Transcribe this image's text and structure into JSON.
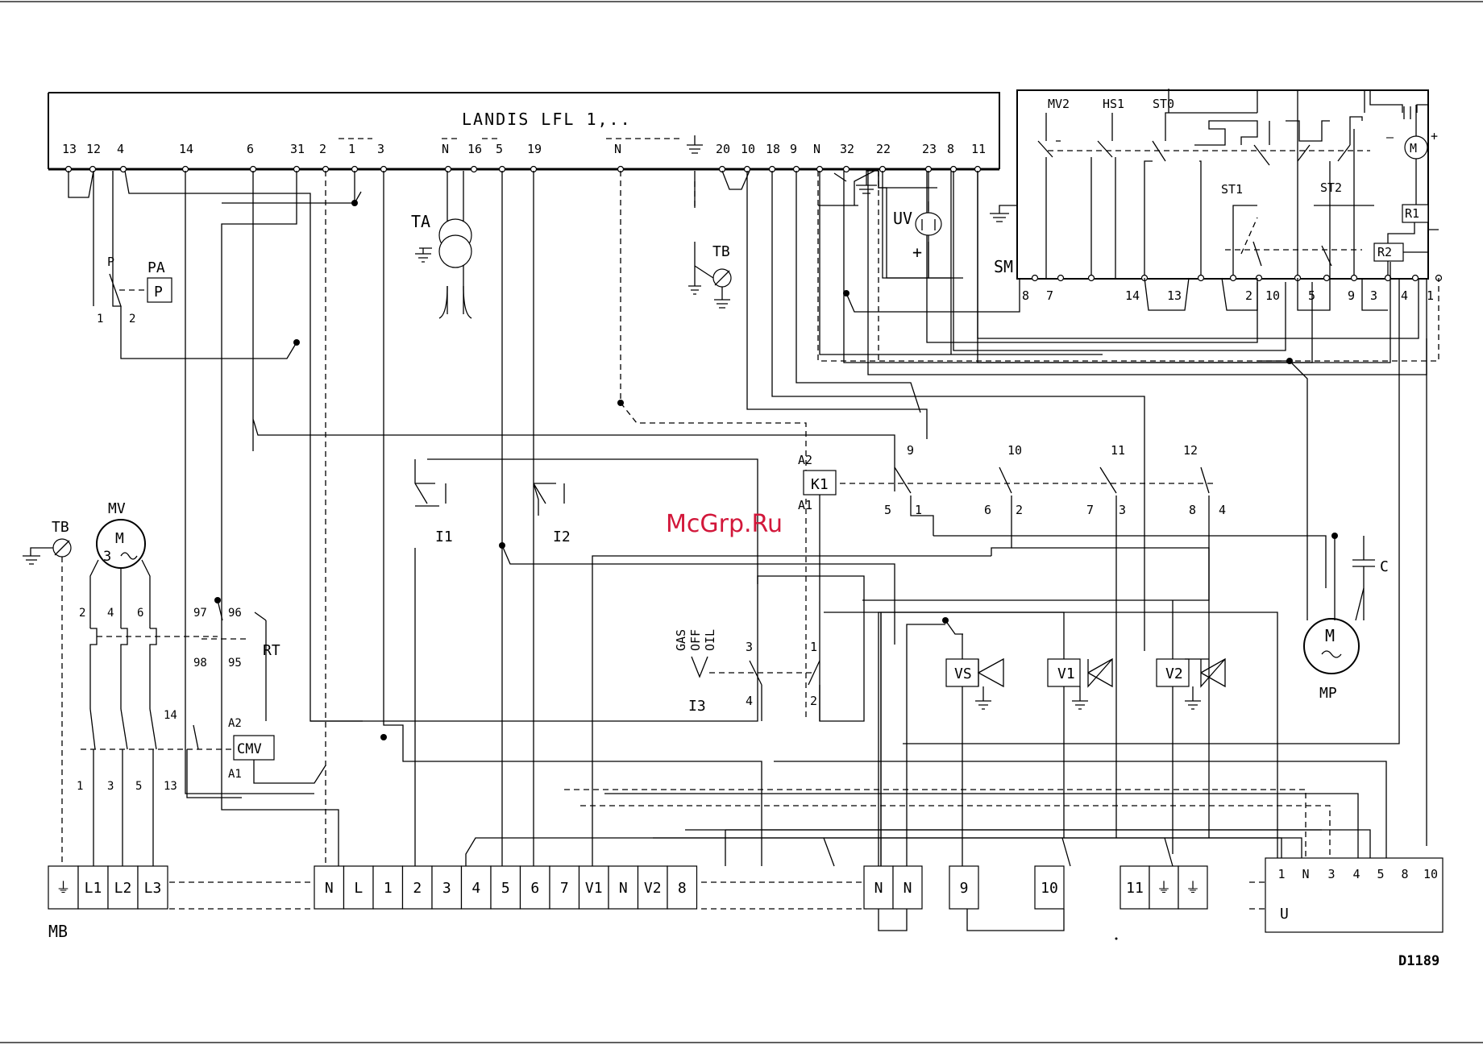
{
  "controller": {
    "title": "LANDIS LFL 1,..",
    "terminals": [
      "13",
      "12",
      "4",
      "14",
      "6",
      "31",
      "2",
      "1",
      "3",
      "N",
      "16",
      "5",
      "19",
      "N",
      "20",
      "10",
      "18",
      "9",
      "N",
      "32",
      "22",
      "23",
      "8",
      "11"
    ]
  },
  "sm": {
    "label": "SM",
    "switch_labels": [
      "MV2",
      "HS1",
      "ST0",
      "ST1",
      "ST2"
    ],
    "relay_labels": [
      "R1",
      "R2"
    ],
    "terminals": [
      "8",
      "7",
      "14",
      "13",
      "2",
      "10",
      "5",
      "9",
      "3",
      "4",
      "1"
    ]
  },
  "components": {
    "ta": "TA",
    "tb": "TB",
    "uv": "UV",
    "pa": "PA",
    "p": "P",
    "mv": "MV",
    "m": "M",
    "mv_winding": "3",
    "rt": "RT",
    "cmv": "CMV",
    "k1": "K1",
    "c": "C",
    "mp": "MP",
    "i1": "I1",
    "i2": "I2",
    "i3": "I3",
    "vs": "VS",
    "v1": "V1",
    "v2": "V2",
    "u": "U",
    "mb": "MB"
  },
  "small_labels": [
    "1",
    "2",
    "97",
    "96",
    "98",
    "95",
    "14",
    "A2",
    "A1",
    "A2",
    "A1",
    "9",
    "10",
    "11",
    "12",
    "5",
    "1",
    "6",
    "2",
    "7",
    "3",
    "8",
    "4",
    "3",
    "4",
    "1",
    "2",
    "2",
    "4",
    "6",
    "1",
    "3",
    "5",
    "13",
    "+"
  ],
  "selector": {
    "gas": "GAS",
    "off": "OFF",
    "oil": "OIL"
  },
  "strips": {
    "mb": [
      "⏚",
      "L1",
      "L2",
      "L3"
    ],
    "main": [
      "N",
      "L",
      "1",
      "2",
      "3",
      "4",
      "5",
      "6",
      "7",
      "V1",
      "N",
      "V2",
      "8"
    ],
    "right": [
      "N",
      "N",
      "9",
      "10",
      "11",
      "⏚",
      "⏚"
    ],
    "u": [
      "1",
      "N",
      "3",
      "4",
      "5",
      "8",
      "10"
    ]
  },
  "watermark": "McGrp.Ru",
  "drawing_id": "D1189"
}
